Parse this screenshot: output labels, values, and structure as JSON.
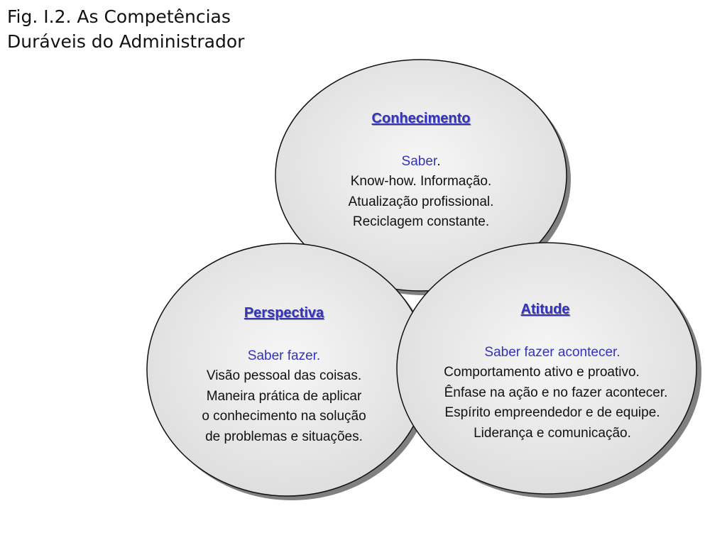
{
  "title": {
    "line1": "Fig. I.2. As Competências",
    "line2": "Duráveis do Administrador"
  },
  "colors": {
    "accent": "#3333bb",
    "circle_fill_light": "#f4f4f4",
    "circle_fill_dark": "#dcdcdc",
    "shadow": "#808080",
    "text": "#111111"
  },
  "circles": {
    "conhecimento": {
      "heading": "Conhecimento",
      "subtitle": "Saber",
      "subtitle_suffix": ".",
      "lines": [
        "Know-how. Informação.",
        "Atualização profissional.",
        "Reciclagem constante."
      ]
    },
    "perspectiva": {
      "heading": "Perspectiva",
      "subtitle": "Saber fazer.",
      "lines": [
        "Visão pessoal das coisas.",
        "Maneira prática de aplicar",
        "o conhecimento na solução",
        "de problemas e situações."
      ]
    },
    "atitude": {
      "heading": "Atitude",
      "subtitle": "Saber fazer acontecer.",
      "lines": [
        "Comportamento ativo e proativo.",
        "Ênfase na ação e no fazer acontecer.",
        "Espírito empreendedor e de equipe.",
        "Liderança e comunicação."
      ]
    }
  }
}
